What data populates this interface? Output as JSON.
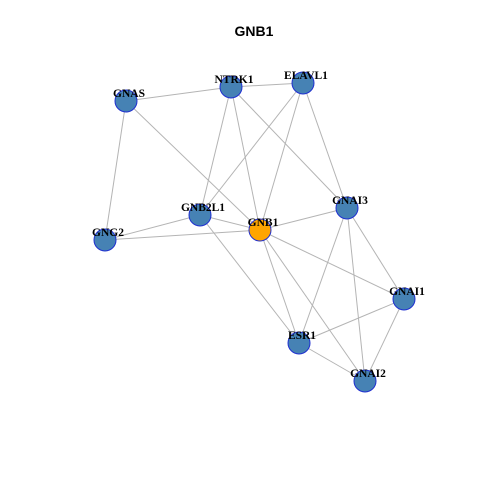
{
  "title": "GNB1",
  "colors": {
    "node_fill": "#4682b4",
    "focus_fill": "#ffa500",
    "node_border": "#1f2fd0",
    "edge": "#b4b4b4"
  },
  "nodes": [
    {
      "id": "GNAS",
      "label": "GNAS",
      "focus": false
    },
    {
      "id": "NTRK1",
      "label": "NTRK1",
      "focus": false
    },
    {
      "id": "ELAVL1",
      "label": "ELAVL1",
      "focus": false
    },
    {
      "id": "GNB2L1",
      "label": "GNB2L1",
      "focus": false
    },
    {
      "id": "GNB1",
      "label": "GNB1",
      "focus": true
    },
    {
      "id": "GNAI3",
      "label": "GNAI3",
      "focus": false
    },
    {
      "id": "GNG2",
      "label": "GNG2",
      "focus": false
    },
    {
      "id": "GNAI1",
      "label": "GNAI1",
      "focus": false
    },
    {
      "id": "ESR1",
      "label": "ESR1",
      "focus": false
    },
    {
      "id": "GNAI2",
      "label": "GNAI2",
      "focus": false
    }
  ],
  "edges": [
    [
      "GNAS",
      "NTRK1"
    ],
    [
      "NTRK1",
      "ELAVL1"
    ],
    [
      "GNAS",
      "GNG2"
    ],
    [
      "GNAS",
      "GNB1"
    ],
    [
      "NTRK1",
      "GNB2L1"
    ],
    [
      "NTRK1",
      "GNB1"
    ],
    [
      "NTRK1",
      "GNAI3"
    ],
    [
      "ELAVL1",
      "GNB2L1"
    ],
    [
      "ELAVL1",
      "GNB1"
    ],
    [
      "ELAVL1",
      "GNAI3"
    ],
    [
      "GNG2",
      "GNB2L1"
    ],
    [
      "GNG2",
      "GNB1"
    ],
    [
      "GNB2L1",
      "GNB1"
    ],
    [
      "GNB2L1",
      "ESR1"
    ],
    [
      "GNB1",
      "GNAI3"
    ],
    [
      "GNB1",
      "GNAI1"
    ],
    [
      "GNB1",
      "ESR1"
    ],
    [
      "GNB1",
      "GNAI2"
    ],
    [
      "GNAI3",
      "ESR1"
    ],
    [
      "GNAI3",
      "GNAI1"
    ],
    [
      "GNAI3",
      "GNAI2"
    ],
    [
      "GNAI1",
      "ESR1"
    ],
    [
      "GNAI1",
      "GNAI2"
    ],
    [
      "ESR1",
      "GNAI2"
    ]
  ]
}
